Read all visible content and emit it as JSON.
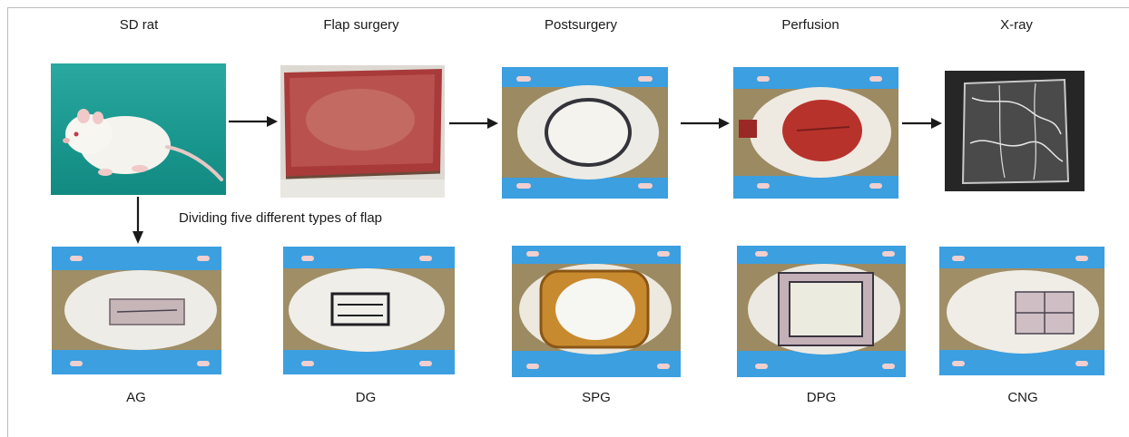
{
  "top_row": [
    {
      "label": "SD rat",
      "kind": "sd-rat"
    },
    {
      "label": "Flap surgery",
      "kind": "flap-surgery"
    },
    {
      "label": "Postsurgery",
      "kind": "postsurgery"
    },
    {
      "label": "Perfusion",
      "kind": "perfusion"
    },
    {
      "label": "X-ray",
      "kind": "xray"
    }
  ],
  "divider_note": "Dividing five different types of flap",
  "bottom_row": [
    {
      "label": "AG"
    },
    {
      "label": "DG"
    },
    {
      "label": "SPG"
    },
    {
      "label": "DPG"
    },
    {
      "label": "CNG"
    }
  ],
  "colors": {
    "arrow": "#1a1a1a",
    "board_blue": "#3b9fe0",
    "teal_bg": "#1a968d",
    "wound_red": "#b8322c"
  }
}
